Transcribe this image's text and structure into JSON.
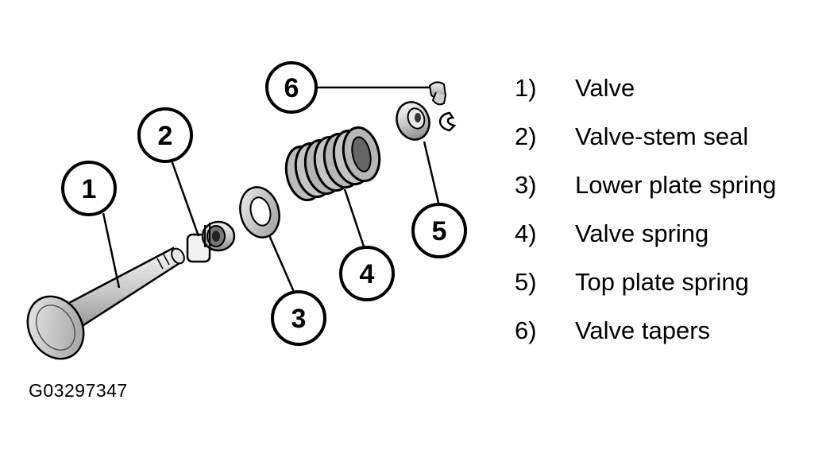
{
  "callouts": [
    "1",
    "2",
    "3",
    "4",
    "5",
    "6"
  ],
  "legend": [
    {
      "num": "1)",
      "label": "Valve"
    },
    {
      "num": "2)",
      "label": "Valve-stem seal"
    },
    {
      "num": "3)",
      "label": "Lower plate spring"
    },
    {
      "num": "4)",
      "label": "Valve spring"
    },
    {
      "num": "5)",
      "label": "Top plate spring"
    },
    {
      "num": "6)",
      "label": "Valve tapers"
    }
  ],
  "figure_id": "G03297347"
}
